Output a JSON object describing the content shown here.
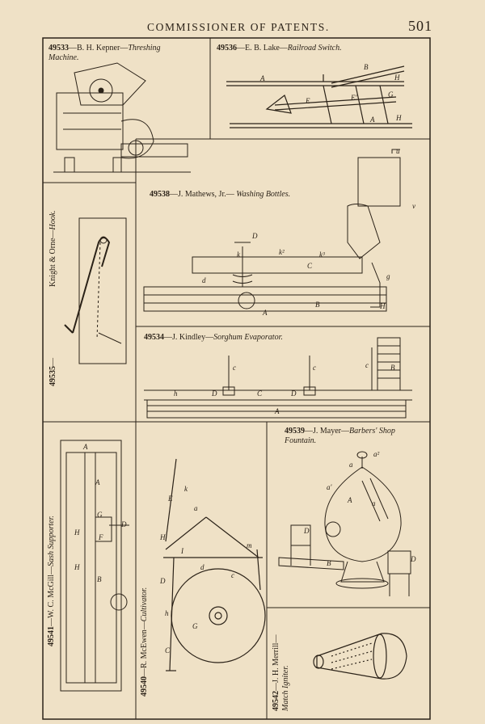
{
  "header": {
    "title": "COMMISSIONER OF PATENTS.",
    "page_number": "501"
  },
  "figures": [
    {
      "id": "fig-49533",
      "number": "49533",
      "name": "B. H. Kepner",
      "title": "Threshing",
      "title2": "Machine."
    },
    {
      "id": "fig-49536",
      "number": "49536",
      "name": "E. B. Lake",
      "title": "Railroad Switch."
    },
    {
      "id": "fig-49538",
      "number": "49538",
      "name": "J. Mathews, Jr.",
      "title": "Washing Bottles."
    },
    {
      "id": "fig-49535",
      "number": "49535",
      "name": "Knight & Orne",
      "title": "Hook."
    },
    {
      "id": "fig-49534",
      "number": "49534",
      "name": "J. Kindley",
      "title": "Sorghum Evaporator."
    },
    {
      "id": "fig-49539",
      "number": "49539",
      "name": "J. Mayer",
      "title": "Barbers' Shop",
      "title2": "Fountain."
    },
    {
      "id": "fig-49541",
      "number": "49541",
      "name": "W. C. McGill",
      "title": "Sash Supporter."
    },
    {
      "id": "fig-49540",
      "number": "49540",
      "name": "R. McEwen",
      "title": "Cultivator."
    },
    {
      "id": "fig-49542",
      "number": "49542",
      "name": "J. H. Merrill",
      "title": "Match Igniter."
    }
  ],
  "colors": {
    "paper": "#efe1c6",
    "ink": "#2b2218"
  }
}
